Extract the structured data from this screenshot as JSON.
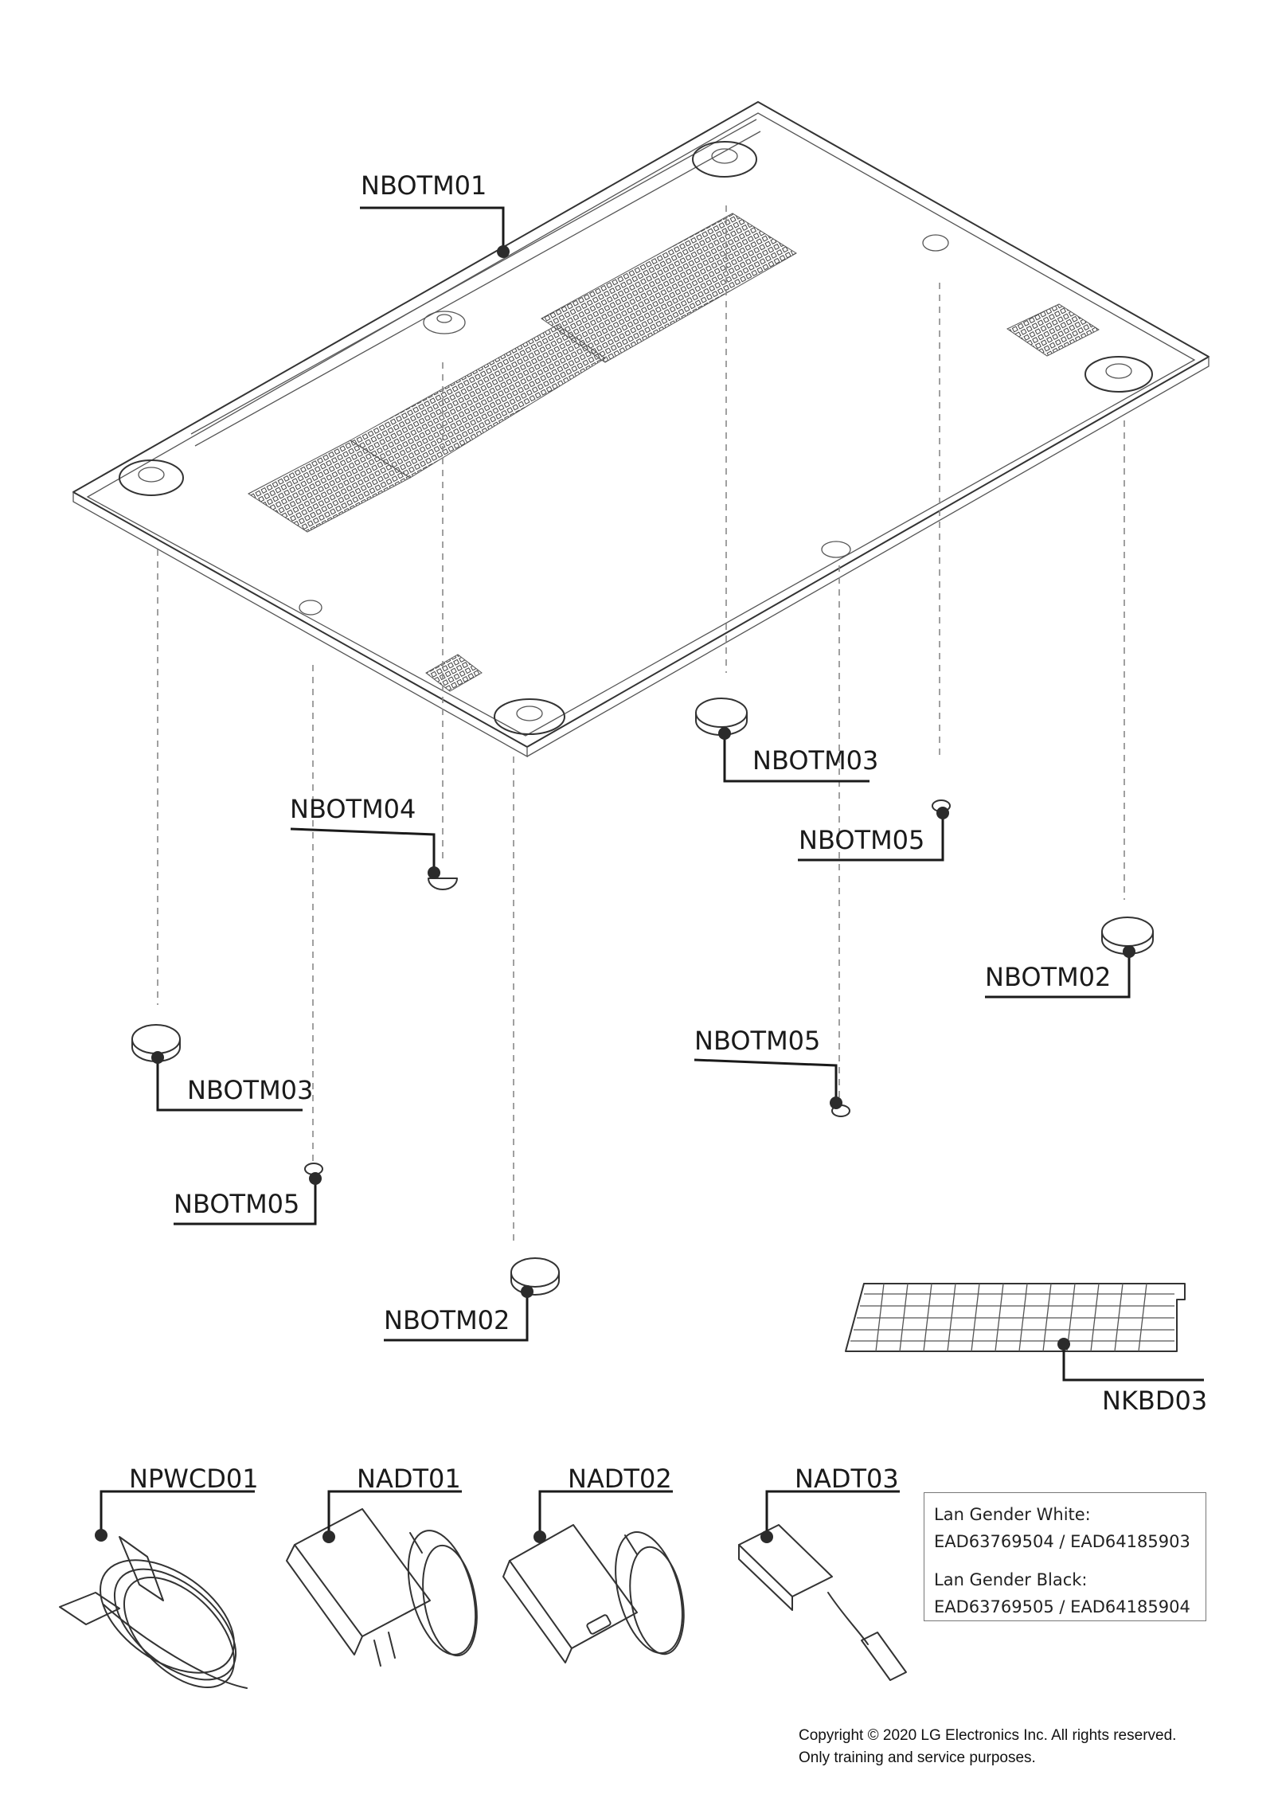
{
  "callouts": {
    "nbotm01": "NBOTM01",
    "nbotm03_right": "NBOTM03",
    "nbotm04": "NBOTM04",
    "nbotm05_right": "NBOTM05",
    "nbotm02_right": "NBOTM02",
    "nbotm05_center": "NBOTM05",
    "nbotm03_left": "NBOTM03",
    "nbotm05_left": "NBOTM05",
    "nbotm02_center": "NBOTM02",
    "nkbd03": "NKBD03",
    "npwcd01": "NPWCD01",
    "nadt01": "NADT01",
    "nadt02": "NADT02",
    "nadt03": "NADT03"
  },
  "note": {
    "white_title": "Lan Gender White:",
    "white_codes": "EAD63769504 / EAD64185903",
    "black_title": "Lan Gender Black:",
    "black_codes": "EAD63769505 / EAD64185904"
  },
  "footer": {
    "line1": "Copyright © 2020 LG Electronics Inc. All rights reserved.",
    "line2": "Only training and service purposes."
  }
}
